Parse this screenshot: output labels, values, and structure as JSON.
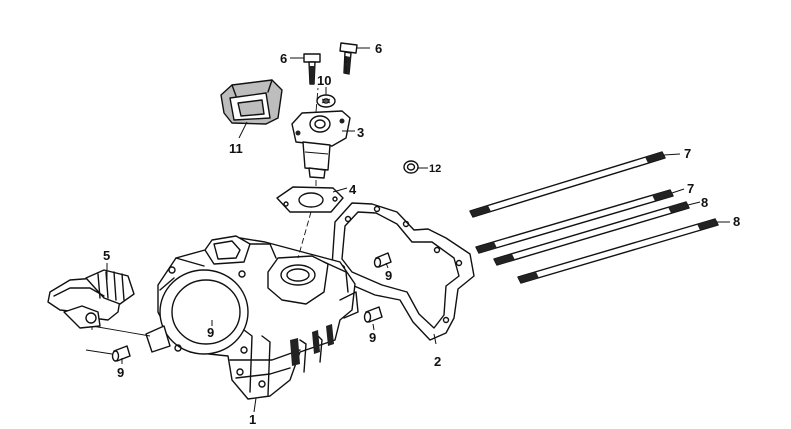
{
  "diagram": {
    "callouts": [
      {
        "id": "c1",
        "label": "1"
      },
      {
        "id": "c2",
        "label": "2"
      },
      {
        "id": "c3",
        "label": "3"
      },
      {
        "id": "c4",
        "label": "4"
      },
      {
        "id": "c5",
        "label": "5"
      },
      {
        "id": "c6a",
        "label": "6"
      },
      {
        "id": "c6b",
        "label": "6"
      },
      {
        "id": "c7a",
        "label": "7"
      },
      {
        "id": "c7b",
        "label": "7"
      },
      {
        "id": "c8a",
        "label": "8"
      },
      {
        "id": "c8b",
        "label": "8"
      },
      {
        "id": "c9a",
        "label": "9"
      },
      {
        "id": "c9b",
        "label": "9"
      },
      {
        "id": "c9c",
        "label": "9"
      },
      {
        "id": "c9d",
        "label": "9"
      },
      {
        "id": "c10",
        "label": "10"
      },
      {
        "id": "c11",
        "label": "11"
      },
      {
        "id": "c12",
        "label": "12"
      }
    ]
  }
}
